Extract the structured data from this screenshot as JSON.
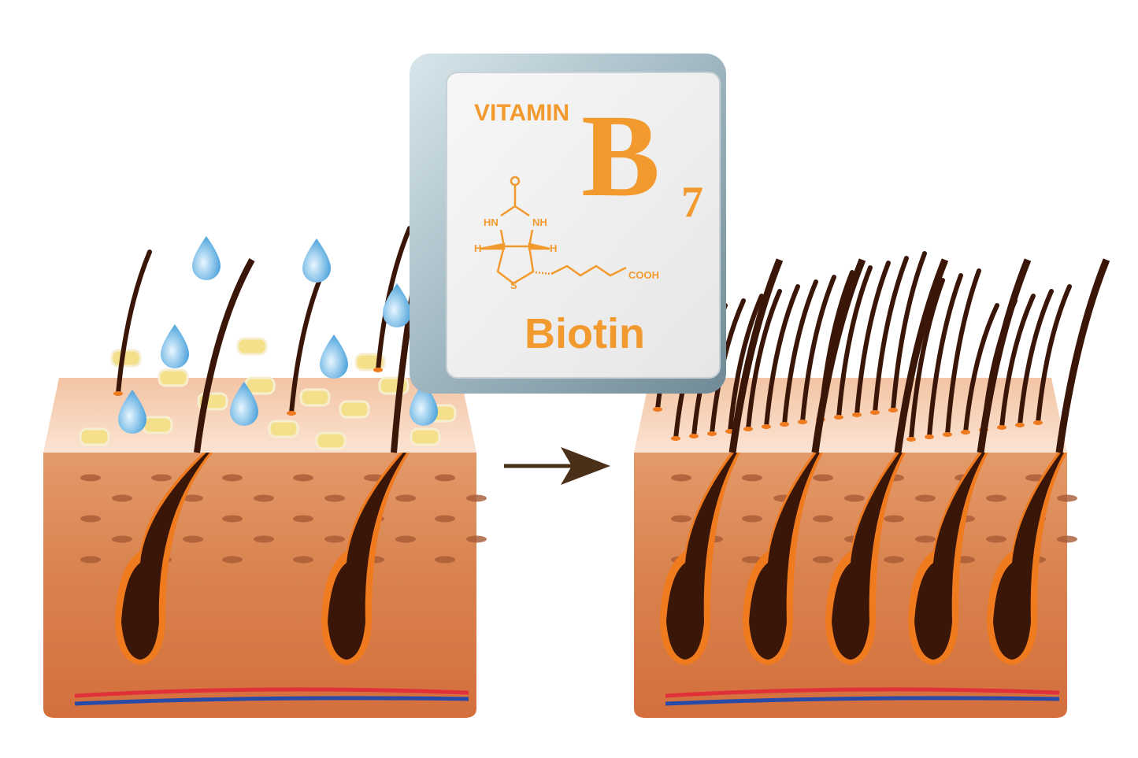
{
  "card": {
    "label_vitamin": "VITAMIN",
    "label_letter": "B",
    "label_subscript": "7",
    "label_name": "Biotin",
    "structure": {
      "oxygen": "O",
      "hn": "HN",
      "nh": "NH",
      "h_left": "H",
      "h_right": "H",
      "sulfur": "S",
      "acid": "COOH"
    }
  },
  "panels": {
    "before": {
      "state": "dry scalp with sparse thin hair"
    },
    "after": {
      "state": "healthy scalp with dense thick hair"
    }
  },
  "colors": {
    "text_orange": "#f29a2e",
    "skin_top": "#f5c9a8",
    "skin_front": "#d9794a",
    "hair": "#3a1608",
    "follicle": "#f07a1e",
    "droplet": "#6ab6e6",
    "flake": "#f4e08a",
    "arrow": "#4a3018",
    "artery": "#e0303a",
    "vein": "#2a4aa8"
  }
}
